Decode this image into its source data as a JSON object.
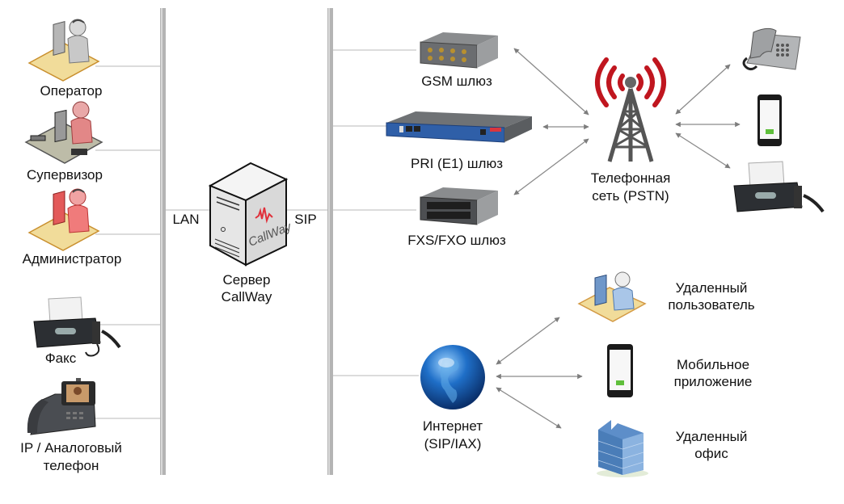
{
  "diagram": {
    "title": "CallWay network diagram",
    "buses": {
      "lan_label": "LAN",
      "sip_label": "SIP"
    },
    "server": {
      "name_line1": "Сервер",
      "name_line2": "CallWay",
      "brand_text": "CallWay"
    },
    "left_clients": [
      {
        "id": "operator",
        "label": "Оператор",
        "icon": "operator-workstation-icon"
      },
      {
        "id": "supervisor",
        "label": "Супервизор",
        "icon": "supervisor-workstation-icon"
      },
      {
        "id": "administrator",
        "label": "Администратор",
        "icon": "administrator-workstation-icon"
      },
      {
        "id": "fax",
        "label": "Факс",
        "icon": "fax-machine-icon"
      },
      {
        "id": "ip-phone",
        "label_line1": "IP / Аналоговый",
        "label_line2": "телефон",
        "icon": "ip-phone-icon"
      }
    ],
    "gateways": [
      {
        "id": "gsm",
        "label": "GSM шлюз",
        "icon": "gsm-gateway-icon"
      },
      {
        "id": "pri",
        "label": "PRI (E1) шлюз",
        "icon": "pri-gateway-icon"
      },
      {
        "id": "fxs",
        "label": "FXS/FXO шлюз",
        "icon": "fxs-fxo-gateway-icon"
      }
    ],
    "pstn": {
      "label_line1": "Телефонная",
      "label_line2": "сеть (PSTN)",
      "icon": "cell-tower-icon",
      "devices": [
        {
          "id": "desk-phone",
          "icon": "desk-phone-icon"
        },
        {
          "id": "mobile-phone",
          "icon": "mobile-phone-icon"
        },
        {
          "id": "fax",
          "icon": "fax-machine-icon"
        }
      ]
    },
    "internet": {
      "label_line1": "Интернет",
      "label_line2": "(SIP/IAX)",
      "icon": "globe-icon",
      "endpoints": [
        {
          "id": "remote-user",
          "label_line1": "Удаленный",
          "label_line2": "пользователь",
          "icon": "remote-user-icon"
        },
        {
          "id": "mobile-app",
          "label_line1": "Мобильное",
          "label_line2": "приложение",
          "icon": "mobile-app-icon"
        },
        {
          "id": "remote-office",
          "label_line1": "Удаленный",
          "label_line2": "офис",
          "icon": "office-building-icon"
        }
      ]
    },
    "colors": {
      "bus": "#b4b4b4",
      "connector": "#c8c8c8",
      "arrow": "#7d7d7d",
      "tower_waves": "#c0161f",
      "globe": "#1f6fc8",
      "gateway_blue": "#2f5fa8",
      "brand_red": "#e0303a"
    }
  }
}
